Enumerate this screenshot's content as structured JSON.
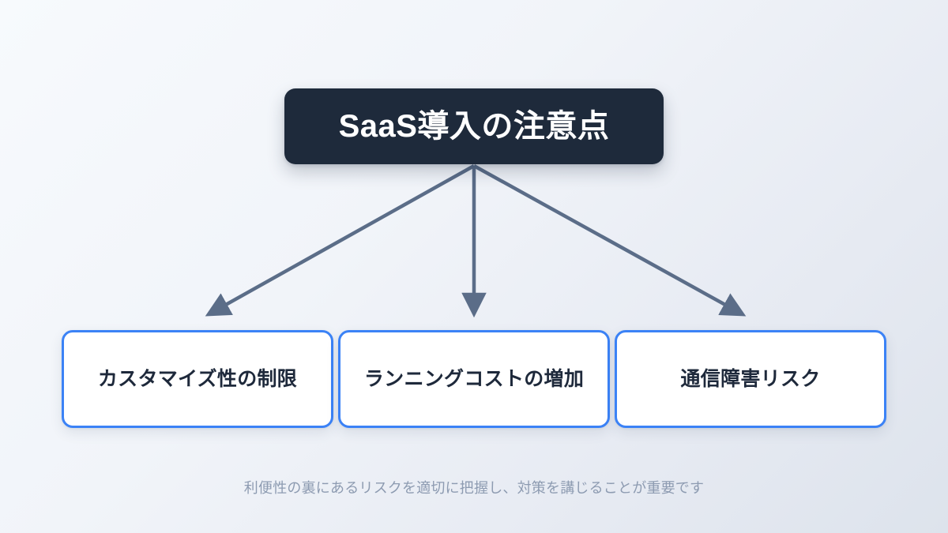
{
  "diagram": {
    "type": "tree",
    "root": {
      "label": "SaaS導入の注意点",
      "fill_color": "#1e2a3b",
      "text_color": "#ffffff"
    },
    "children": [
      {
        "label": "カスタマイズ性の制限"
      },
      {
        "label": "ランニングコストの増加"
      },
      {
        "label": "通信障害リスク"
      }
    ],
    "caption": "利便性の裏にあるリスクを適切に把握し、対策を講じることが重要です",
    "colors": {
      "background_start": "#f7fafd",
      "background_end": "#dde3ec",
      "node_border": "#3b82f6",
      "node_fill": "#ffffff",
      "node_text": "#1e293b",
      "arrow": "#5b6d88",
      "caption_text": "#8d9bb1"
    }
  }
}
